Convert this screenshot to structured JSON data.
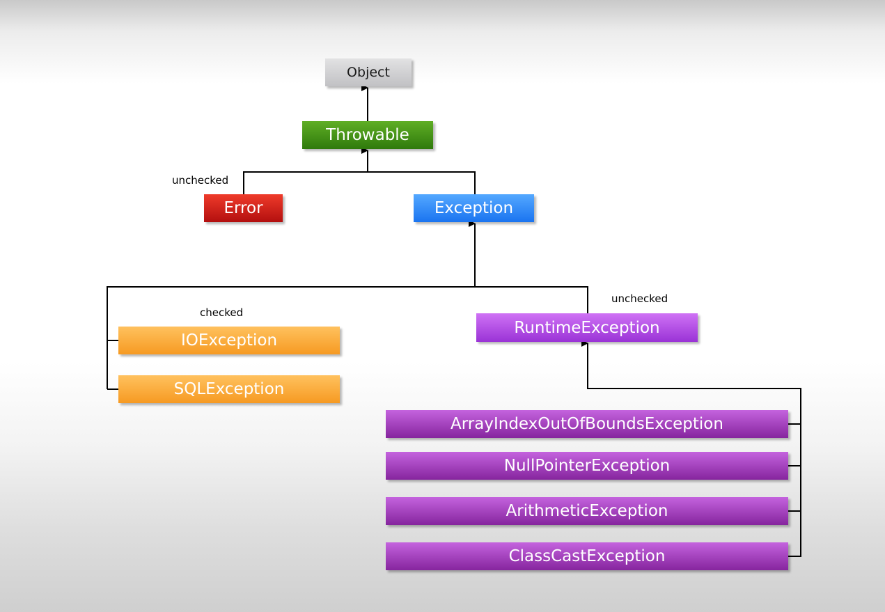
{
  "nodes": {
    "object": "Object",
    "throwable": "Throwable",
    "error": "Error",
    "exception": "Exception",
    "io_exception": "IOException",
    "sql_exception": "SQLException",
    "runtime_exception": "RuntimeException",
    "array_index_out_of_bounds_exception": "ArrayIndexOutOfBoundsException",
    "null_pointer_exception": "NullPointerException",
    "arithmetic_exception": "ArithmeticException",
    "class_cast_exception": "ClassCastException"
  },
  "annotations": {
    "error_unchecked": "unchecked",
    "checked": "checked",
    "runtime_unchecked": "unchecked"
  },
  "colors": {
    "object": "#d0d0d2",
    "throwable": "#3f8f14",
    "error": "#d42018",
    "exception": "#2f8cf8",
    "checked_exceptions": "#f8ad3e",
    "runtime_exception": "#b24ce6",
    "runtime_subclasses": "#a03fbd",
    "edges": "#000000"
  }
}
